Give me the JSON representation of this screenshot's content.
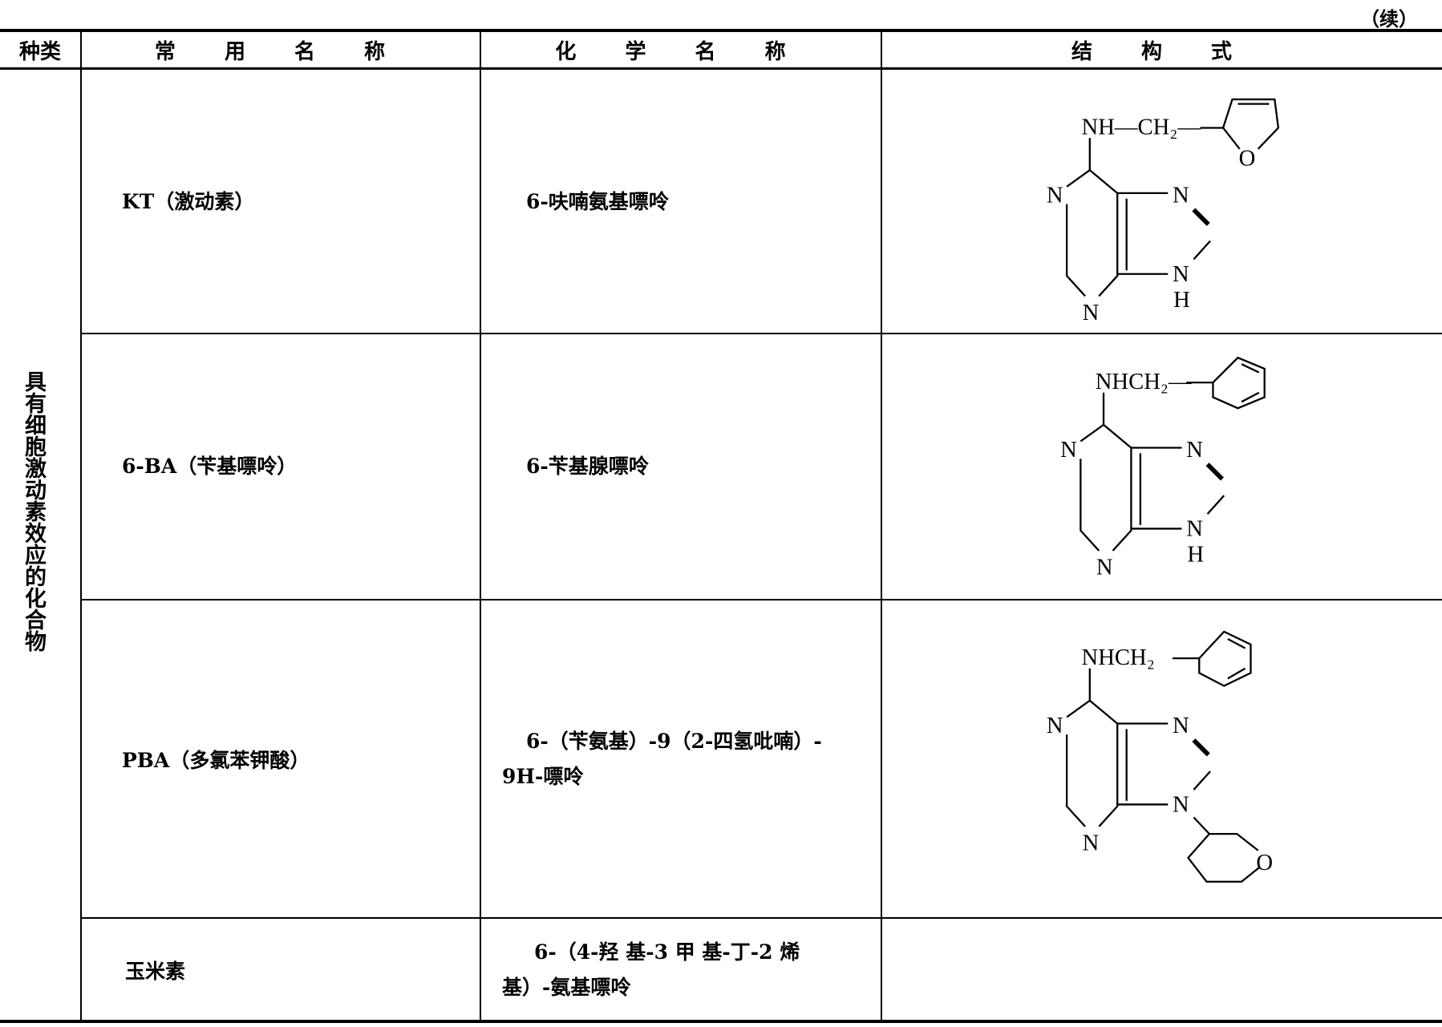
{
  "continued_label": "（续）",
  "headers": {
    "category": "种类",
    "common_name": "常 用 名 称",
    "chemical_name": "化 学 名 称",
    "structure": "结 构 式"
  },
  "category": "具有细胞激动素效应的化合物",
  "rows": [
    {
      "common_name": "KT（激动素）",
      "chemical_name": "6-呋喃氨基嘌呤",
      "structure": {
        "substituent": "NH—CH₂—",
        "ring_atom": "O",
        "n1": "N",
        "n3": "N",
        "n7": "N",
        "n9": "N",
        "h9": "H"
      }
    },
    {
      "common_name": "6-BA（苄基嘌呤）",
      "chemical_name": "6-苄基腺嘌呤",
      "structure": {
        "substituent": "NHCH₂—",
        "n1": "N",
        "n3": "N",
        "n7": "N",
        "n9": "N",
        "h9": "H"
      }
    },
    {
      "common_name": "PBA（多氯苯钾酸）",
      "chemical_name_line1": "6-（苄氨基）-9（2-四氢吡喃）-",
      "chemical_name_line2": "9H-嘌呤",
      "structure": {
        "substituent": "NHCH₂",
        "ring_atom": "O",
        "n1": "N",
        "n3": "N",
        "n7": "N",
        "n9": "N"
      }
    },
    {
      "common_name": "玉米素",
      "chemical_name_line1": "6-（4-羟 基-3 甲 基-丁-2 烯",
      "chemical_name_line2": "基）-氨基嘌呤"
    }
  ]
}
